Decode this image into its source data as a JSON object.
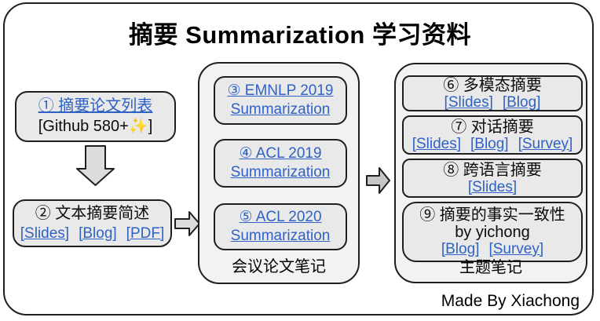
{
  "title": "摘要 Summarization 学习资料",
  "credit": "Made By Xiachong",
  "colors": {
    "link": "#2f62c4",
    "box_fill": "#e9e9e9",
    "group_fill": "#f2f2f2",
    "border": "#1f1f1f",
    "arrow_fill": "#dcdcdc",
    "arrow2_fill": "#c6c6c6"
  },
  "left": {
    "paper_list": {
      "link_label": "① 摘要论文列表",
      "sub_label": "[Github 580+✨]"
    },
    "intro": {
      "title": "② 文本摘要简述",
      "links": [
        "[Slides]",
        "[Blog]",
        "[PDF]"
      ]
    }
  },
  "middle": {
    "label": "会议论文笔记",
    "items": [
      {
        "line1": "③ EMNLP 2019",
        "line2": "Summarization"
      },
      {
        "line1": "④ ACL 2019",
        "line2": "Summarization"
      },
      {
        "line1": "⑤ ACL 2020",
        "line2": "Summarization"
      }
    ]
  },
  "right": {
    "label": "主题笔记",
    "items": [
      {
        "title": "⑥ 多模态摘要",
        "by": "",
        "links": [
          "[Slides]",
          "[Blog]"
        ]
      },
      {
        "title": "⑦ 对话摘要",
        "by": "",
        "links": [
          "[Slides]",
          "[Blog]",
          "[Survey]"
        ]
      },
      {
        "title": "⑧ 跨语言摘要",
        "by": "",
        "links": [
          "[Slides]"
        ]
      },
      {
        "title": "⑨ 摘要的事实一致性",
        "by": "by yichong",
        "links": [
          "[Blog]",
          "[Survey]"
        ]
      }
    ]
  }
}
